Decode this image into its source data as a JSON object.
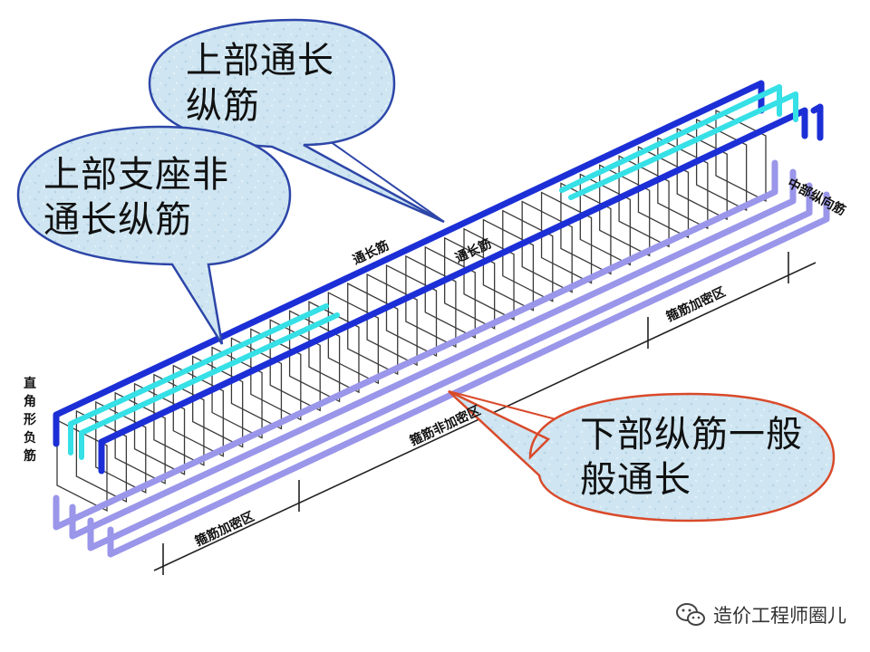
{
  "callouts": {
    "top_continuous": {
      "line1": "上部通长",
      "line2": "纵筋"
    },
    "support_noncontinuous": {
      "line1": "上部支座非",
      "line2": "通长纵筋"
    },
    "bottom_continuous": {
      "line1": "下部纵筋一般",
      "line2": "般通长"
    }
  },
  "labels": {
    "continuous_bar_1": "通长筋",
    "continuous_bar_2": "通长筋",
    "stirrup_dense_right": "箍筋加密区",
    "stirrup_nondense": "箍筋非加密区",
    "stirrup_dense_left": "箍筋加密区",
    "side_longitudinal": "中部纵向筋",
    "right_angle_negative": "直角形负筋"
  },
  "watermark": {
    "text": "造价工程师圈儿",
    "icon": "wechat-icon"
  },
  "colors": {
    "top_bar": "#1c2fd6",
    "support_bar": "#35e0e6",
    "bottom_bar": "#9a96ea",
    "stirrup": "#3a3a3a",
    "callout_fill": "#cfe6f2",
    "callout_border_blue": "#2d46a8",
    "callout_border_red": "#d94a2a"
  }
}
